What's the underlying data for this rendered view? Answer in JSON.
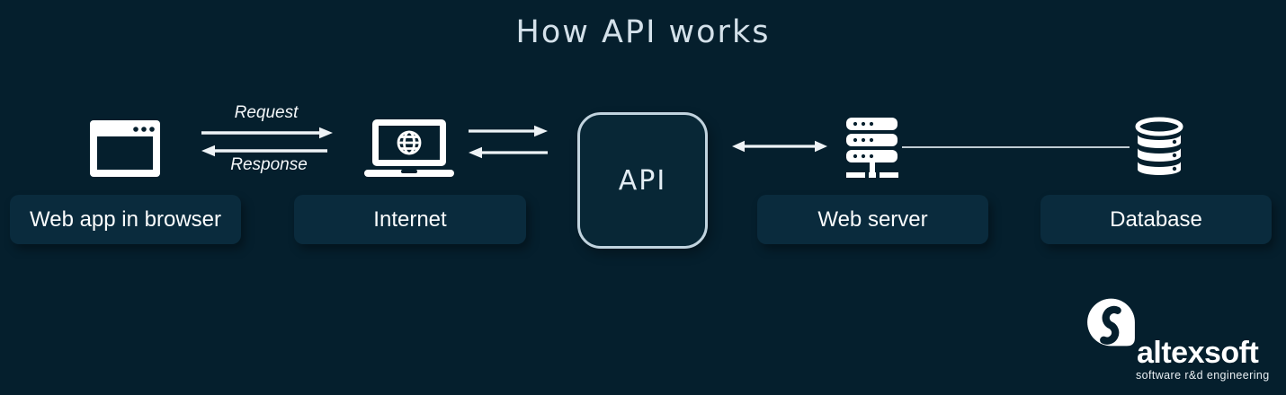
{
  "title": "How API works",
  "nodes": {
    "web_app": {
      "label": "Web app in browser"
    },
    "internet": {
      "label": "Internet"
    },
    "api": {
      "label": "API"
    },
    "web_server": {
      "label": "Web server"
    },
    "database": {
      "label": "Database"
    }
  },
  "connections": {
    "request_label": "Request",
    "response_label": "Response"
  },
  "logo": {
    "wordmark": "altexsoft",
    "tagline": "software r&d engineering"
  },
  "colors": {
    "background": "#051f2d",
    "node_box": "#0a2b3d",
    "api_box_fill": "#082736",
    "api_box_border": "#c1d3de",
    "icon_white": "#ffffff",
    "title_text": "#d4e1ea",
    "label_text": "#fbfdfe"
  }
}
